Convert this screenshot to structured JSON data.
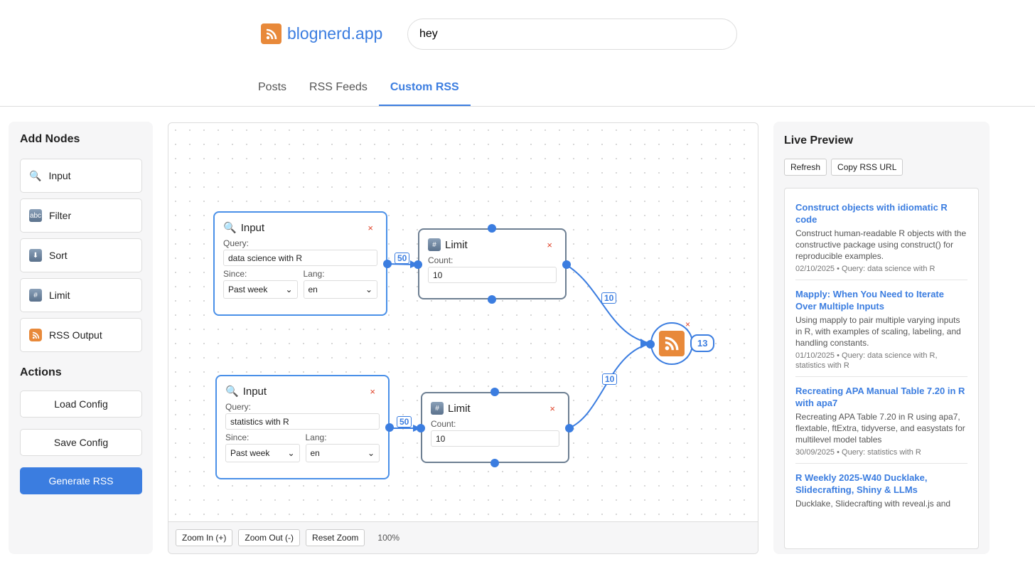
{
  "header": {
    "logo_text": "blognerd.app",
    "search_value": "hey"
  },
  "tabs": [
    {
      "label": "Posts"
    },
    {
      "label": "RSS Feeds"
    },
    {
      "label": "Custom RSS",
      "active": true
    }
  ],
  "sidebar": {
    "title": "Add Nodes",
    "nodes": [
      {
        "label": "Input",
        "icon": "search-icon"
      },
      {
        "label": "Filter",
        "icon": "abc-icon"
      },
      {
        "label": "Sort",
        "icon": "down-arrow-icon"
      },
      {
        "label": "Limit",
        "icon": "hash-icon"
      },
      {
        "label": "RSS Output",
        "icon": "rss-icon"
      }
    ],
    "actions_title": "Actions",
    "actions": [
      {
        "label": "Load Config"
      },
      {
        "label": "Save Config"
      },
      {
        "label": "Generate RSS"
      }
    ]
  },
  "canvas": {
    "input_nodes": [
      {
        "title": "Input",
        "query_label": "Query:",
        "query": "data science with R",
        "since_label": "Since:",
        "since": "Past week",
        "lang_label": "Lang:",
        "lang": "en"
      },
      {
        "title": "Input",
        "query_label": "Query:",
        "query": "statistics with R",
        "since_label": "Since:",
        "since": "Past week",
        "lang_label": "Lang:",
        "lang": "en"
      }
    ],
    "limit_nodes": [
      {
        "title": "Limit",
        "count_label": "Count:",
        "count": "10"
      },
      {
        "title": "Limit",
        "count_label": "Count:",
        "count": "10"
      }
    ],
    "edges": [
      {
        "label": "50"
      },
      {
        "label": "50"
      },
      {
        "label": "10"
      },
      {
        "label": "10"
      }
    ],
    "output": {
      "count": "13"
    },
    "close_glyph": "×",
    "toolbar": {
      "zoom_in": "Zoom In (+)",
      "zoom_out": "Zoom Out (-)",
      "reset": "Reset Zoom",
      "zoom_level": "100%"
    }
  },
  "preview": {
    "title": "Live Preview",
    "refresh": "Refresh",
    "copy": "Copy RSS URL",
    "items": [
      {
        "title": "Construct objects with idiomatic R code",
        "desc": "Construct human-readable R objects with the constructive package using construct() for reproducible examples.",
        "meta": "02/10/2025 • Query: data science with R"
      },
      {
        "title": "Mapply: When You Need to Iterate Over Multiple Inputs",
        "desc": "Using mapply to pair multiple varying inputs in R, with examples of scaling, labeling, and handling constants.",
        "meta": "01/10/2025 • Query: data science with R, statistics with R"
      },
      {
        "title": "Recreating APA Manual Table 7.20 in R with apa7",
        "desc": "Recreating APA Table 7.20 in R using apa7, flextable, ftExtra, tidyverse, and easystats for multilevel model tables",
        "meta": "30/09/2025 • Query: statistics with R"
      },
      {
        "title": "R Weekly 2025-W40 Ducklake, Slidecrafting, Shiny & LLMs",
        "desc": "Ducklake, Slidecrafting with reveal.js and",
        "meta": ""
      }
    ]
  },
  "colors": {
    "accent": "#3b7de0",
    "rss": "#e8893a",
    "close": "#e0452c"
  }
}
